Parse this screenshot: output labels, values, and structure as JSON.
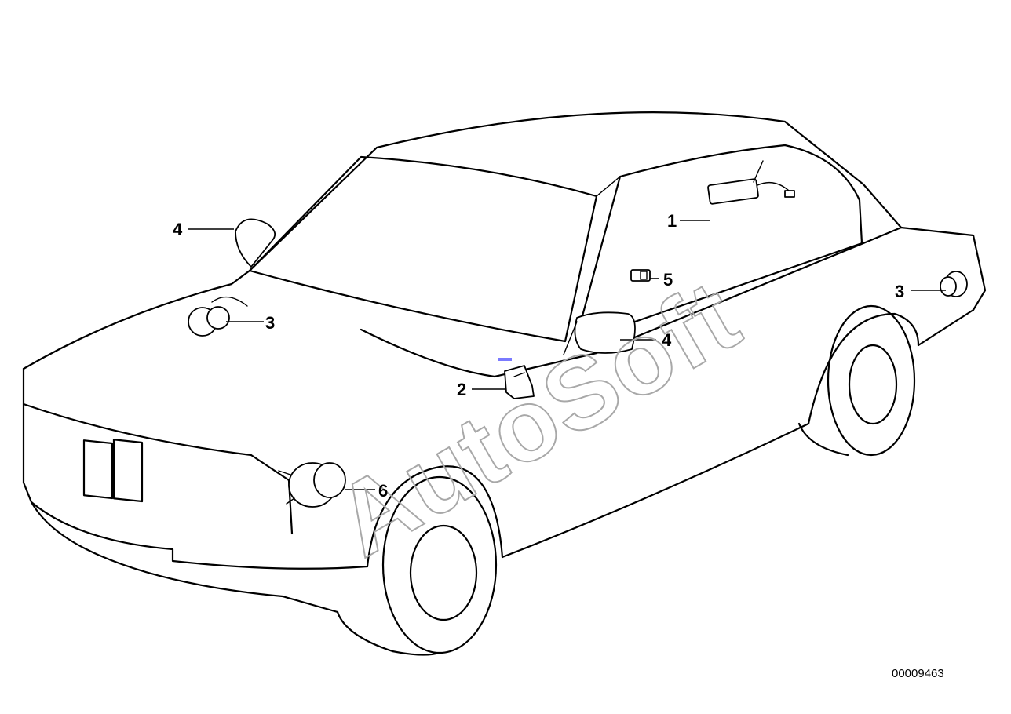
{
  "diagram": {
    "callouts": [
      {
        "label": "1"
      },
      {
        "label": "2"
      },
      {
        "label": "3"
      },
      {
        "label": "3"
      },
      {
        "label": "4"
      },
      {
        "label": "4"
      },
      {
        "label": "5"
      },
      {
        "label": "6"
      }
    ],
    "reference_number": "00009463",
    "watermark": "AutoSoft"
  }
}
